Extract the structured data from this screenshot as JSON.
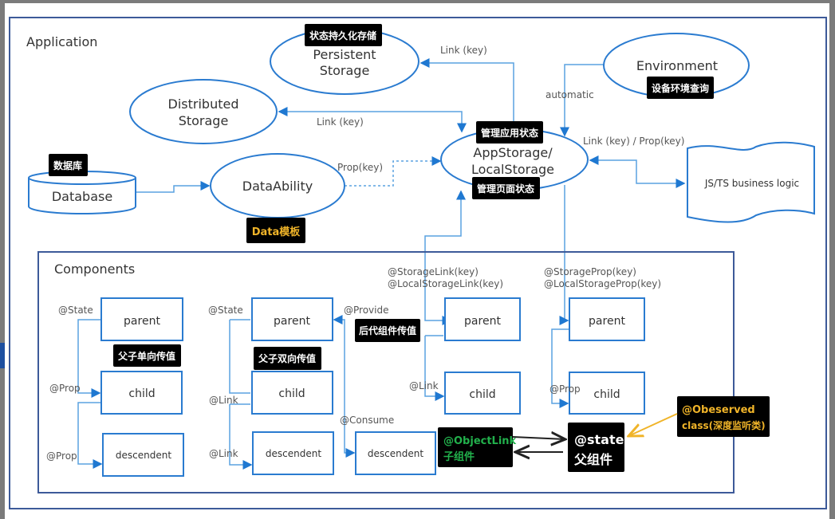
{
  "application": {
    "title": "Application"
  },
  "nodes": {
    "persistent": {
      "line1": "Persistent",
      "line2": "Storage",
      "badge": "状态持久化存储"
    },
    "distributed": {
      "line1": "Distributed",
      "line2": "Storage"
    },
    "environment": {
      "label": "Environment",
      "badge": "设备环境查询"
    },
    "appstorage": {
      "line1": "AppStorage/",
      "line2": "LocalStorage",
      "badge_top": "管理应用状态",
      "badge_bottom": "管理页面状态"
    },
    "database": {
      "label": "Database",
      "badge": "数据库"
    },
    "dataability": {
      "label": "DataAbility",
      "badge": "Data模板"
    },
    "business": {
      "label": "JS/TS business logic"
    }
  },
  "edges": {
    "persistent_link": "Link (key)",
    "distributed_link": "Link (key)",
    "automatic": "automatic",
    "prop_key": "Prop(key)",
    "business_link": "Link (key) / Prop(key)"
  },
  "components": {
    "title": "Components",
    "parent": "parent",
    "child": "child",
    "descendent": "descendent",
    "state": "@State",
    "prop": "@Prop",
    "link": "@Link",
    "provide": "@Provide",
    "consume": "@Consume",
    "storage_link": "@StorageLink(key)",
    "local_storage_link": "@LocalStorageLink(key)",
    "storage_prop": "@StorageProp(key)",
    "local_storage_prop": "@LocalStorageProp(key)",
    "badge_one_way": "父子单向传值",
    "badge_two_way": "父子双向传值",
    "badge_descendant": "后代组件传值"
  },
  "observed": {
    "objectlink_line1": "@ObjectLink",
    "objectlink_line2": "子组件",
    "state_line1": "@state",
    "state_line2": "父组件",
    "observed_line1": "@Obeserved",
    "observed_line2": "class(深度监听类)"
  },
  "colors": {
    "stroke": "#2a7bd0",
    "green": "#22b14c",
    "orange": "#f0b429",
    "frame": "#3d5a99"
  }
}
